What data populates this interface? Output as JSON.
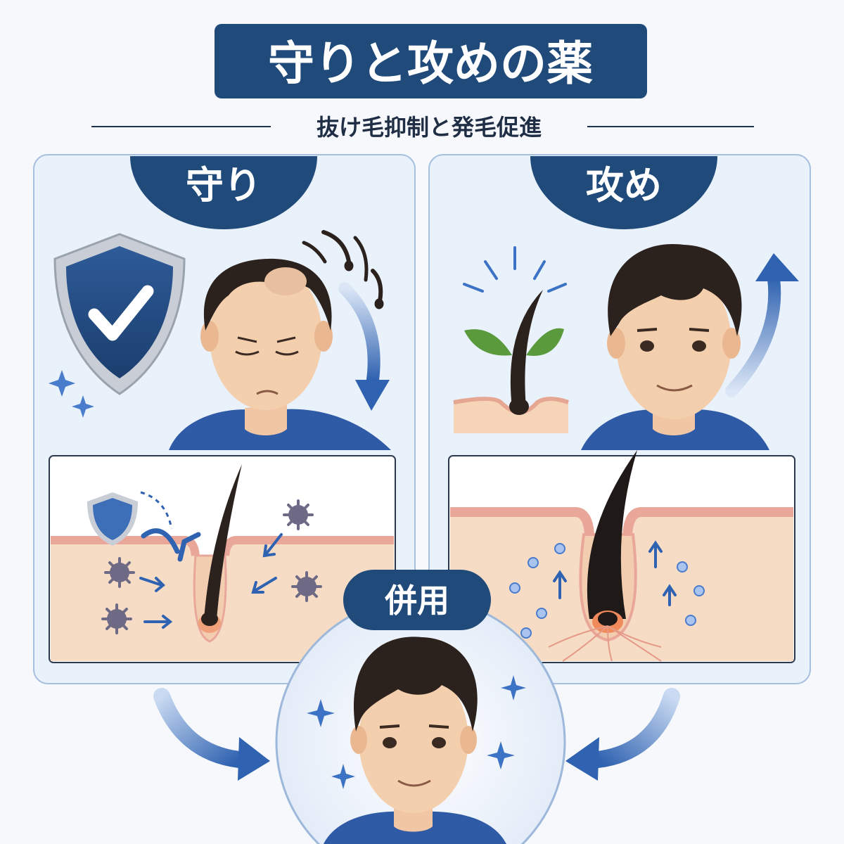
{
  "title": "守りと攻めの薬",
  "subtitle": "抜け毛抑制と発毛促進",
  "panels": {
    "defense": {
      "label": "守り"
    },
    "offense": {
      "label": "攻め"
    },
    "combined": {
      "label": "併用"
    }
  },
  "colors": {
    "navy": "#1f4a7a",
    "panel_bg": "#e8f0fa",
    "panel_border": "#9db8da",
    "skin": "#f6dcc4",
    "skin_line": "#e9a79a",
    "hair": "#2a2220",
    "shirt": "#2e5aa6",
    "leaf": "#5a9a3c",
    "germ": "#6e6a86",
    "accent_blue": "#3d73c4"
  }
}
